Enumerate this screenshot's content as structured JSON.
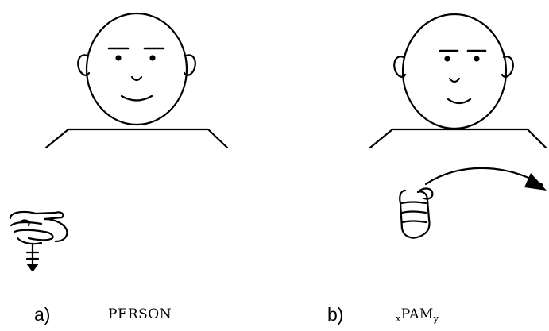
{
  "figure": {
    "panels": [
      {
        "id": "a",
        "label": "a)",
        "gloss": "PERSON"
      },
      {
        "id": "b",
        "label": "b)",
        "gloss_prefix_sub": "x",
        "gloss_main": "PAM",
        "gloss_suffix_sub": "y"
      }
    ]
  }
}
